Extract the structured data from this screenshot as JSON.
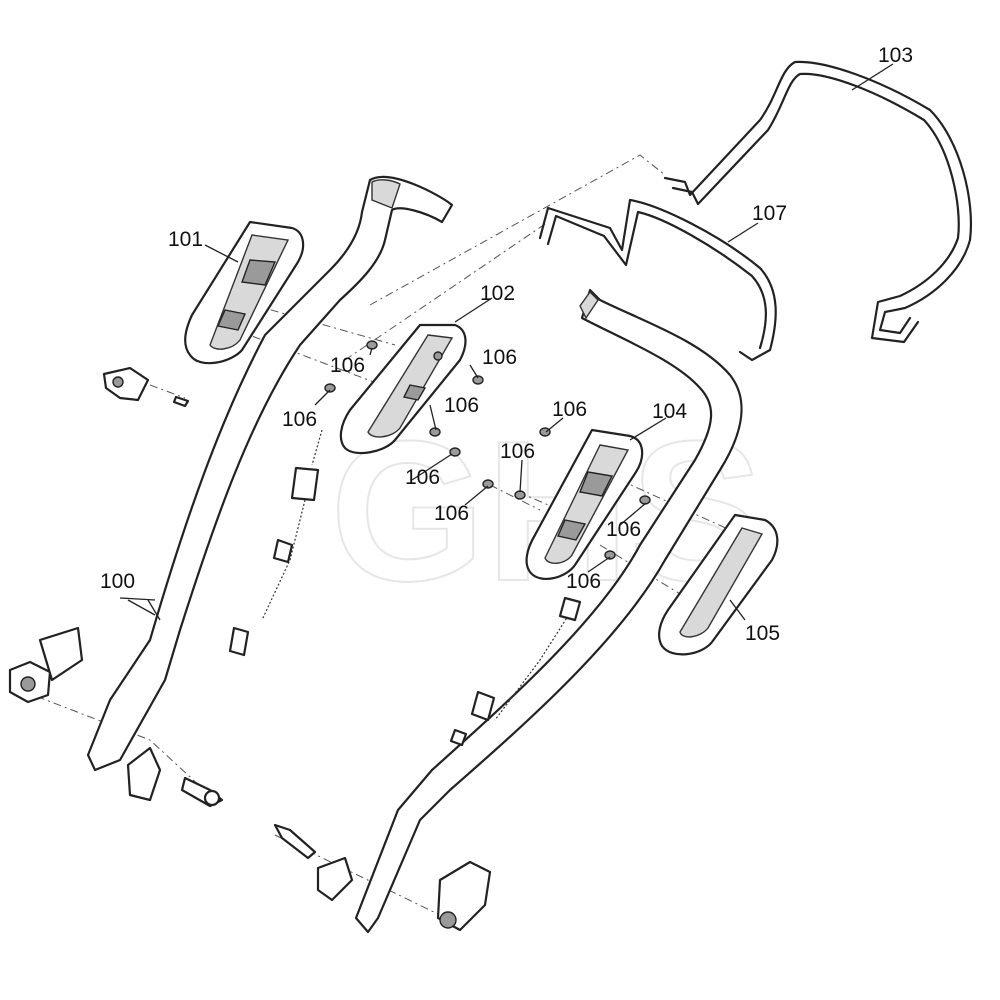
{
  "labels": {
    "p100": "100",
    "p101": "101",
    "p102": "102",
    "p103": "103",
    "p104": "104",
    "p105": "105",
    "p106": "106",
    "p107": "107"
  },
  "watermark": "GHS"
}
